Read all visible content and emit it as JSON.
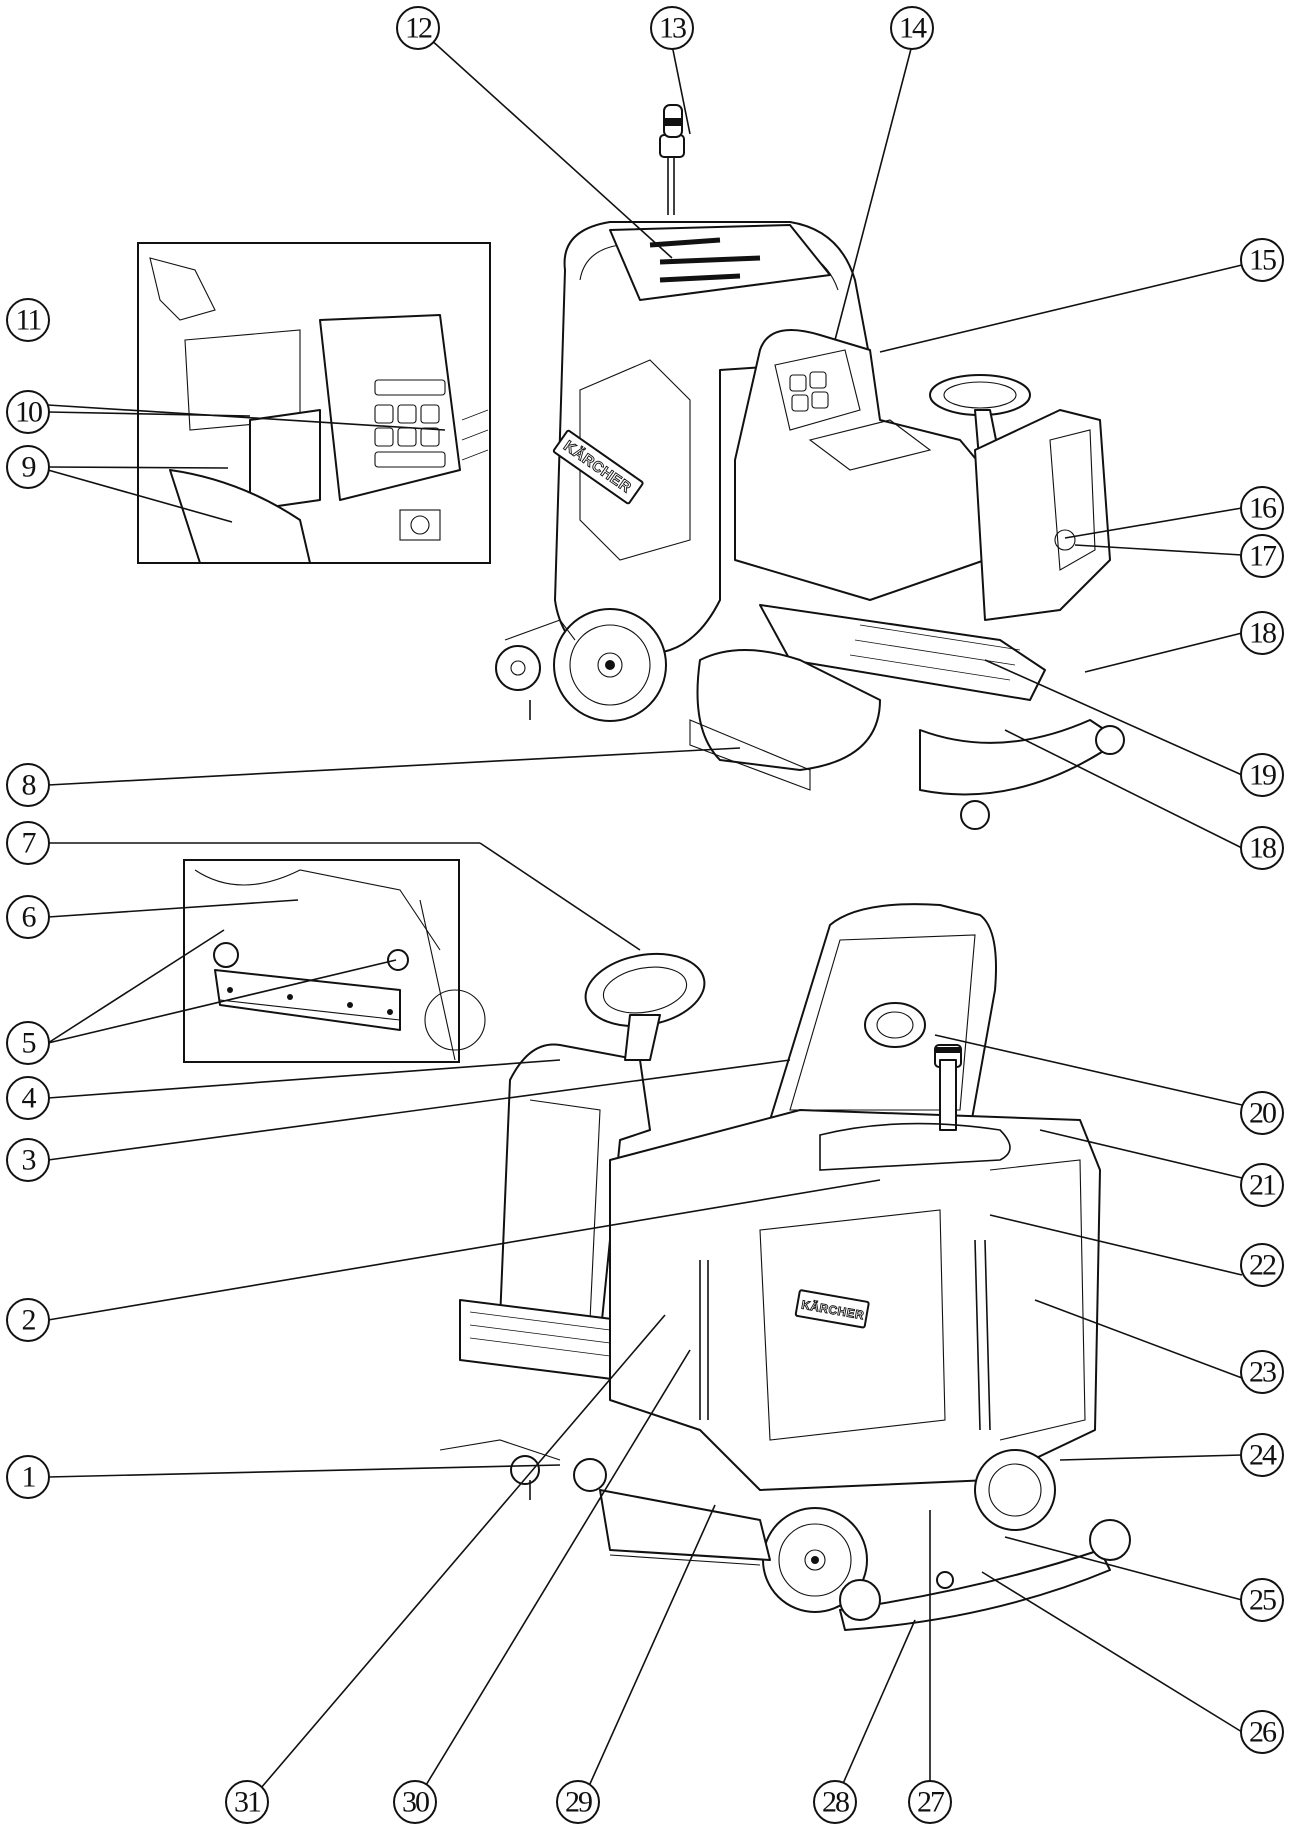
{
  "figure": {
    "brand_label": "KÄRCHER",
    "views": [
      {
        "name": "top-view",
        "description": "Ride-on scrubber, front-left view"
      },
      {
        "name": "bottom-view",
        "description": "Ride-on scrubber, rear-right view with tank lid open"
      }
    ],
    "insets": [
      {
        "name": "inset-control-panel",
        "callouts": [
          "9",
          "10",
          "11"
        ]
      },
      {
        "name": "inset-brush-head",
        "callouts": [
          "5",
          "6"
        ]
      }
    ],
    "callouts": [
      {
        "id": "c1",
        "label": "1"
      },
      {
        "id": "c2",
        "label": "2"
      },
      {
        "id": "c3",
        "label": "3"
      },
      {
        "id": "c4",
        "label": "4"
      },
      {
        "id": "c5",
        "label": "5"
      },
      {
        "id": "c6",
        "label": "6"
      },
      {
        "id": "c7",
        "label": "7"
      },
      {
        "id": "c8",
        "label": "8"
      },
      {
        "id": "c9",
        "label": "9"
      },
      {
        "id": "c10",
        "label": "10"
      },
      {
        "id": "c11",
        "label": "11"
      },
      {
        "id": "c12",
        "label": "12"
      },
      {
        "id": "c13",
        "label": "13"
      },
      {
        "id": "c14",
        "label": "14"
      },
      {
        "id": "c15",
        "label": "15"
      },
      {
        "id": "c16",
        "label": "16"
      },
      {
        "id": "c17",
        "label": "17"
      },
      {
        "id": "c18a",
        "label": "18"
      },
      {
        "id": "c19",
        "label": "19"
      },
      {
        "id": "c18b",
        "label": "18"
      },
      {
        "id": "c20",
        "label": "20"
      },
      {
        "id": "c21",
        "label": "21"
      },
      {
        "id": "c22",
        "label": "22"
      },
      {
        "id": "c23",
        "label": "23"
      },
      {
        "id": "c24",
        "label": "24"
      },
      {
        "id": "c25",
        "label": "25"
      },
      {
        "id": "c26",
        "label": "26"
      },
      {
        "id": "c27",
        "label": "27"
      },
      {
        "id": "c28",
        "label": "28"
      },
      {
        "id": "c29",
        "label": "29"
      },
      {
        "id": "c30",
        "label": "30"
      },
      {
        "id": "c31",
        "label": "31"
      }
    ]
  }
}
